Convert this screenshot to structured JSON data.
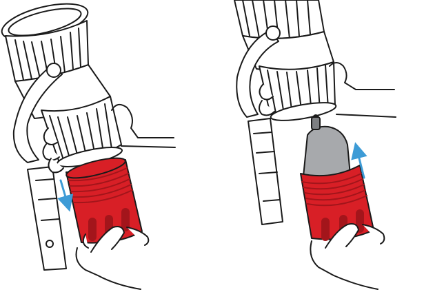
{
  "figure": {
    "panels": [
      {
        "step": "remove-red-cup",
        "arrow_direction": "down"
      },
      {
        "step": "insert-gray-canister",
        "arrow_direction": "up"
      }
    ],
    "colors": {
      "outline": "#1a1a1a",
      "red_part": "#d81f26",
      "red_dark": "#a3151b",
      "canister": "#a7a9ac",
      "canister_dark": "#7d7f82",
      "arrow": "#3d9bd6",
      "background": "#ffffff"
    }
  }
}
